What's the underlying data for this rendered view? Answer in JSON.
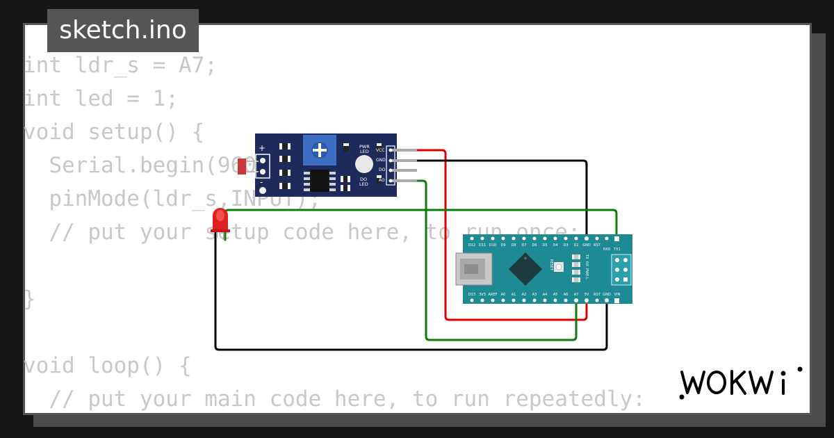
{
  "title": "sketch.ino",
  "code_lines": [
    "int ldr_s = A7;",
    "int led = 1;",
    "void setup() {",
    "  Serial.begin(9600);",
    "  pinMode(ldr_s,INPUT);",
    "  // put your setup code here, to run once:",
    "",
    "}",
    "",
    "void loop() {",
    "  // put your main code here, to run repeatedly:"
  ],
  "sensor": {
    "plus": "+",
    "minus": "-",
    "pwr_led": [
      "PWR",
      "LED"
    ],
    "do_led": [
      "DO",
      "LED"
    ],
    "pins": [
      "VCC",
      "GND",
      "DO",
      "AO"
    ]
  },
  "nano": {
    "top_pins": [
      "D12",
      "D11",
      "D10",
      "D9",
      "D8",
      "D7",
      "D6",
      "D5",
      "D4",
      "D3",
      "D2",
      "GND",
      "RST",
      "RX0",
      "TX1"
    ],
    "bottom_pins": [
      "D13",
      "3V3",
      "AREF",
      "A0",
      "A1",
      "A2",
      "A3",
      "A4",
      "A5",
      "A6",
      "A7",
      "5V",
      "RST",
      "GND",
      "VIN"
    ],
    "reset_label": "RESET",
    "led_labels": [
      "TX",
      "RX",
      "PWR",
      "L"
    ]
  },
  "logo": "WOKWi",
  "colors": {
    "sensor_board": "#1c2a5c",
    "nano_board": "#1e8a94",
    "wire_red": "#e00000",
    "wire_black": "#000000",
    "wire_green": "#0a7d0a",
    "led_red": "#e02020"
  }
}
